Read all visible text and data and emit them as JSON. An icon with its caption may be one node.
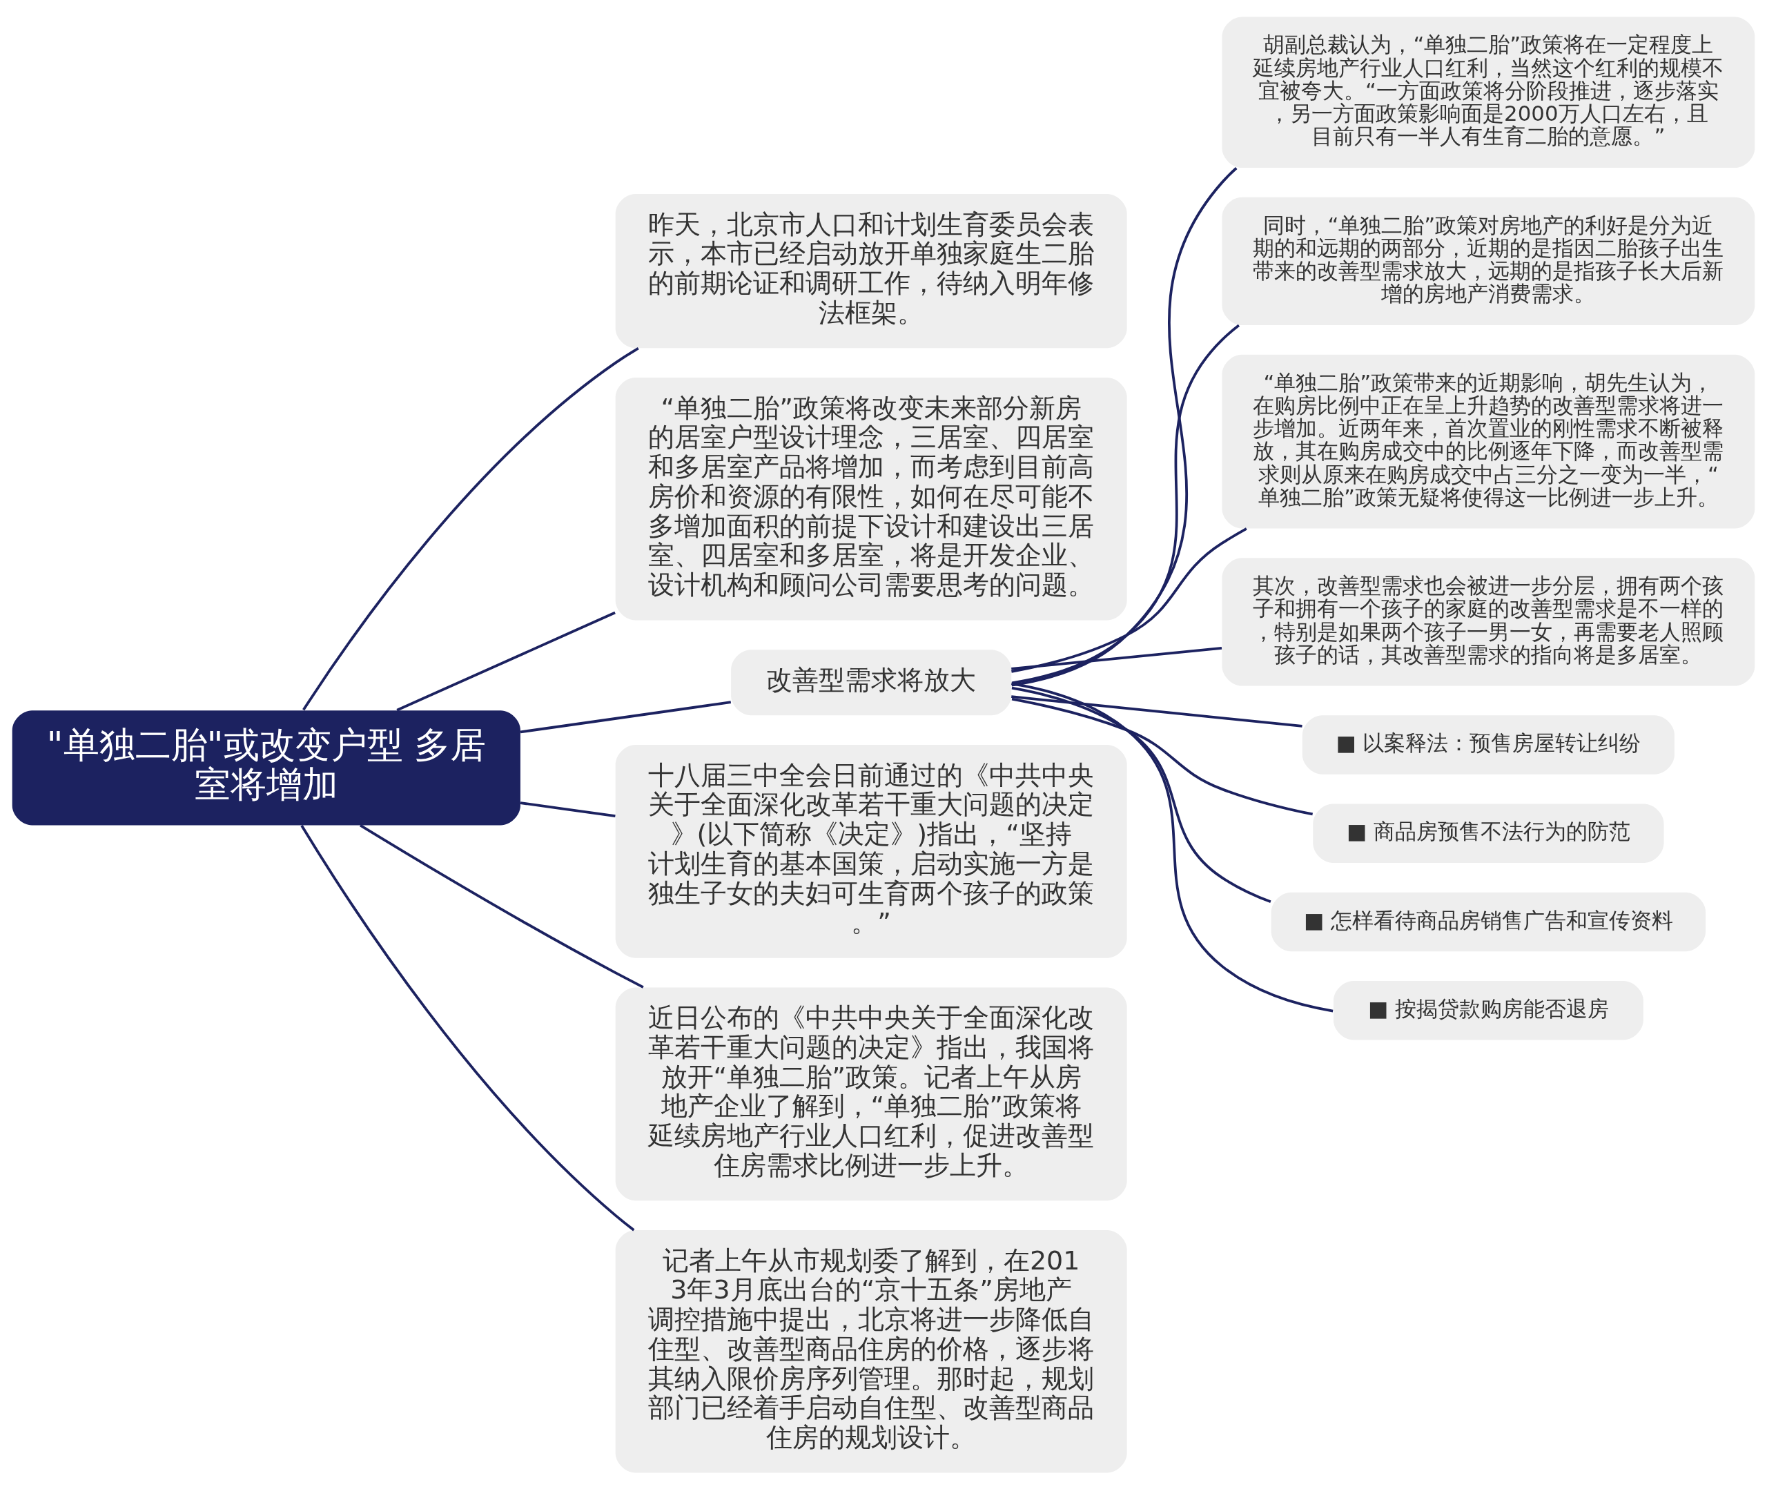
{
  "diagram": {
    "nodes": [
      {
        "text": [
          "\"单独二胎\"或改变户型 多居室将增加"
        ]
      },
      {
        "text": [
          "昨天，北京市人口和计划生育委员会表示，本市已经启动放开单独家庭生二胎的前期论证和调研工作，待纳入明年修法框架。"
        ]
      },
      {
        "text": [
          "“单独二胎”政策将改变未来部分新房的居室户型设计理念，三居室、四居室和多居室产品将增加，而考虑到目前高房价和资源的有限性，如何在尽可能不多增加面积的前提下设计和建设出三居室、四居室和多居室，将是开发企业、设计机构和顾问公司需要思考的问题。"
        ]
      },
      {
        "text": [
          "改善型需求将放大"
        ]
      },
      {
        "text": [
          "胡副总裁认为，“单独二胎”政策将在一定程度上延续房地产行业人口红利，当然这个红利的规模不宜被夸大。“一方面政策将分阶段推进，逐步落实，另一方面政策影响面是2000万人口左右，且目前只有一半人有生育二胎的意愿。”"
        ]
      },
      {
        "text": [
          "同时，“单独二胎”政策对房地产的利好是分为近期的和远期的两部分，近期的是指因二胎孩子出生带来的改善型需求放大，远期的是指孩子长大后新增的房地产消费需求。"
        ]
      },
      {
        "text": [
          "“单独二胎”政策带来的近期影响，胡先生认为，在购房比例中正在呈上升趋势的改善型需求将进一步增加。近两年来，首次置业的刚性需求不断被释放，其在购房成交中的比例逐年下降，而改善型需求则从原来在购房成交中占三分之一变为一半，“单独二胎”政策无疑将使得这一比例进一步上升。"
        ]
      },
      {
        "text": [
          "其次，改善型需求也会被进一步分层，拥有两个孩子和拥有一个孩子的家庭的改善型需求是不一样的，特别是如果两个孩子一男一女，再需要老人照顾孩子的话，其改善型需求的指向将是多居室。"
        ]
      },
      {
        "text": [
          "■ 以案释法：预售房屋转让纠纷"
        ]
      },
      {
        "text": [
          "■ 商品房预售不法行为的防范"
        ]
      },
      {
        "text": [
          "■ 怎样看待商品房销售广告和宣传资料"
        ]
      },
      {
        "text": [
          "■ 按揭贷款购房能否退房"
        ]
      },
      {
        "text": [
          "十八届三中全会日前通过的《中共中央关于全面深化改革若干重大问题的决定》(以下简称《决定》)指出，“坚持计划生育的基本国策，启动实施一方是独生子女的夫妇可生育两个孩子的政策。”"
        ]
      },
      {
        "text": [
          "近日公布的《中共中央关于全面深化改革若干重大问题的决定》指出，我国将放开“单独二胎”政策。记者上午从房地产企业了解到，“单独二胎”政策将延续房地产行业人口红利，促进改善型住房需求比例进一步上升。"
        ]
      },
      {
        "text": [
          "记者上午从市规划委了解到，在2013年3月底出台的“京十五条”房地产调控措施中提出，北京将进一步降低自住型、改善型商品住房的价格，逐步将其纳入限价房序列管理。那时起，规划部门已经着手启动自住型、改善型商品住房的规划设计。"
        ]
      }
    ],
    "edges": [
      {
        "from": 0,
        "to": 1,
        "arrow": "none"
      },
      {
        "from": 0,
        "to": 2,
        "arrow": "none"
      },
      {
        "from": 0,
        "to": 3,
        "arrow": "none"
      },
      {
        "from": 3,
        "to": 4,
        "arrow": "none"
      },
      {
        "from": 3,
        "to": 5,
        "arrow": "none"
      },
      {
        "from": 3,
        "to": 6,
        "arrow": "none"
      },
      {
        "from": 3,
        "to": 7,
        "arrow": "none"
      },
      {
        "from": 3,
        "to": 8,
        "arrow": "none"
      },
      {
        "from": 3,
        "to": 9,
        "arrow": "none"
      },
      {
        "from": 3,
        "to": 10,
        "arrow": "none"
      },
      {
        "from": 3,
        "to": 11,
        "arrow": "none"
      },
      {
        "from": 0,
        "to": 12,
        "arrow": "none"
      },
      {
        "from": 0,
        "to": 13,
        "arrow": "none"
      },
      {
        "from": 0,
        "to": 14,
        "arrow": "none"
      }
    ]
  }
}
